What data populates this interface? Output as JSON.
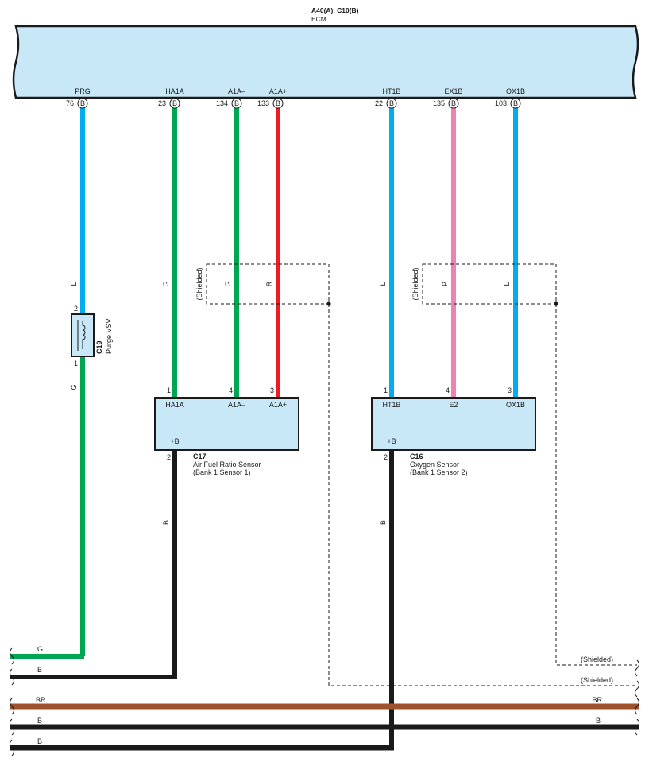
{
  "ecm": {
    "connectors": "A40(A), C10(B)",
    "name": "ECM",
    "pins": [
      {
        "label": "PRG",
        "num": "76",
        "conn": "B"
      },
      {
        "label": "HA1A",
        "num": "23",
        "conn": "B"
      },
      {
        "label": "A1A–",
        "num": "134",
        "conn": "B"
      },
      {
        "label": "A1A+",
        "num": "133",
        "conn": "B"
      },
      {
        "label": "HT1B",
        "num": "22",
        "conn": "B"
      },
      {
        "label": "EX1B",
        "num": "135",
        "conn": "B"
      },
      {
        "label": "OX1B",
        "num": "103",
        "conn": "B"
      }
    ]
  },
  "wire_codes": {
    "prg_top": "L",
    "prg_bottom": "G",
    "ha1a": "G",
    "a1a_minus": "G",
    "a1a_plus": "R",
    "ht1b": "L",
    "ex1b": "P",
    "ox1b": "L",
    "c17_ground": "B",
    "c16_ground": "B"
  },
  "colors": {
    "L": "#00aeef",
    "G": "#00a651",
    "R": "#ed1c24",
    "P": "#ee82b4",
    "B": "#1a1a1a",
    "BR": "#a0522d",
    "ecm_fill": "#c8e8f8"
  },
  "purge_vsv": {
    "code": "C19",
    "name": "Purge VSV",
    "pin_top": "2",
    "pin_bottom": "1"
  },
  "sensor_c17": {
    "code": "C17",
    "name": "Air Fuel Ratio Sensor",
    "sub": "(Bank 1 Sensor 1)",
    "pins": [
      {
        "label": "HA1A",
        "num": "1"
      },
      {
        "label": "A1A–",
        "num": "4"
      },
      {
        "label": "A1A+",
        "num": "3"
      }
    ],
    "bplus": "+B",
    "bplus_num": "2"
  },
  "sensor_c16": {
    "code": "C16",
    "name": "Oxygen Sensor",
    "sub": "(Bank 1 Sensor 2)",
    "pins": [
      {
        "label": "HT1B",
        "num": "1"
      },
      {
        "label": "E2",
        "num": "4"
      },
      {
        "label": "OX1B",
        "num": "3"
      }
    ],
    "bplus": "+B",
    "bplus_num": "2"
  },
  "shield_label": "(Shielded)",
  "bus": [
    {
      "code": "G"
    },
    {
      "code": "B"
    },
    {
      "code": "BR"
    },
    {
      "code": "B"
    },
    {
      "code": "B"
    }
  ],
  "bus_right": {
    "shielded_1": "(Shielded)",
    "shielded_2": "(Shielded)",
    "br": "BR",
    "b": "B"
  }
}
